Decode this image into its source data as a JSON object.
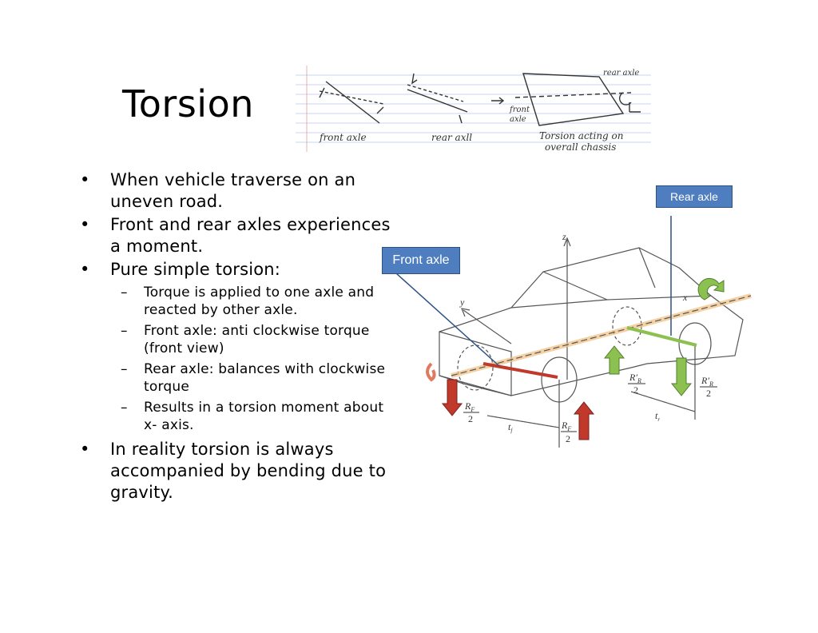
{
  "title": "Torsion",
  "bullets": [
    {
      "text": "When vehicle traverse on an uneven road."
    },
    {
      "text": "Front and rear axles experiences a moment."
    },
    {
      "text": "Pure simple torsion:",
      "sub": [
        "Torque is applied to one axle and reacted by other axle.",
        "Front axle: anti clockwise torque (front view)",
        "Rear axle: balances with clockwise torque",
        "Results in a torsion moment about x- axis."
      ]
    },
    {
      "text": "In reality torsion is always accompanied by bending due to gravity."
    }
  ],
  "sketch": {
    "front_label": "front axle",
    "rear_label": "rear axll",
    "rear_axle_note": "rear axle",
    "front_note_1": "front",
    "front_note_2": "axle",
    "torsion_note_1": "Torsion acting on",
    "torsion_note_2": "overall chassis"
  },
  "diagram": {
    "axis_z": "z",
    "axis_y": "y",
    "axis_x": "x",
    "rf_front": "R",
    "rf_sub": "F",
    "half": "2",
    "rr": "R′",
    "rr_sub": "R",
    "tf": "t",
    "tf_sub": "f",
    "tr": "t",
    "tr_sub": "r"
  },
  "callouts": {
    "front_axle": "Front axle",
    "rear_axle": "Rear axle"
  },
  "colors": {
    "callout_fill": "#4f7ec0",
    "front_axle_red": "#c0392b",
    "rear_axle_green": "#8cc152"
  }
}
